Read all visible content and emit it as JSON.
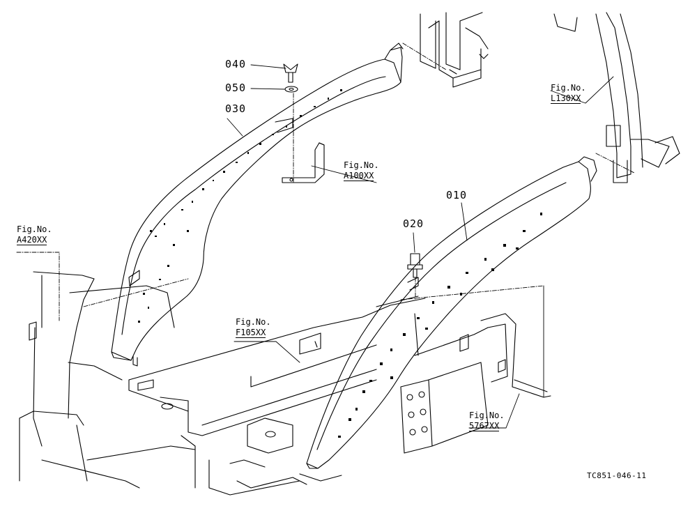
{
  "parts": {
    "p010": "010",
    "p020": "020",
    "p030": "030",
    "p040": "040",
    "p050": "050"
  },
  "figure_refs": {
    "l130": {
      "prefix": "Fig.No.",
      "code": "L130XX"
    },
    "a100": {
      "prefix": "Fig.No.",
      "code": "A100XX"
    },
    "a420": {
      "prefix": "Fig.No.",
      "code": "A420XX"
    },
    "f105": {
      "prefix": "Fig.No.",
      "code": "F105XX"
    },
    "s5767": {
      "prefix": "Fig.No.",
      "code": "5767XX"
    }
  },
  "drawing_code": "TC851-046-11",
  "colors": {
    "ink": "#000000",
    "paper": "#ffffff"
  }
}
